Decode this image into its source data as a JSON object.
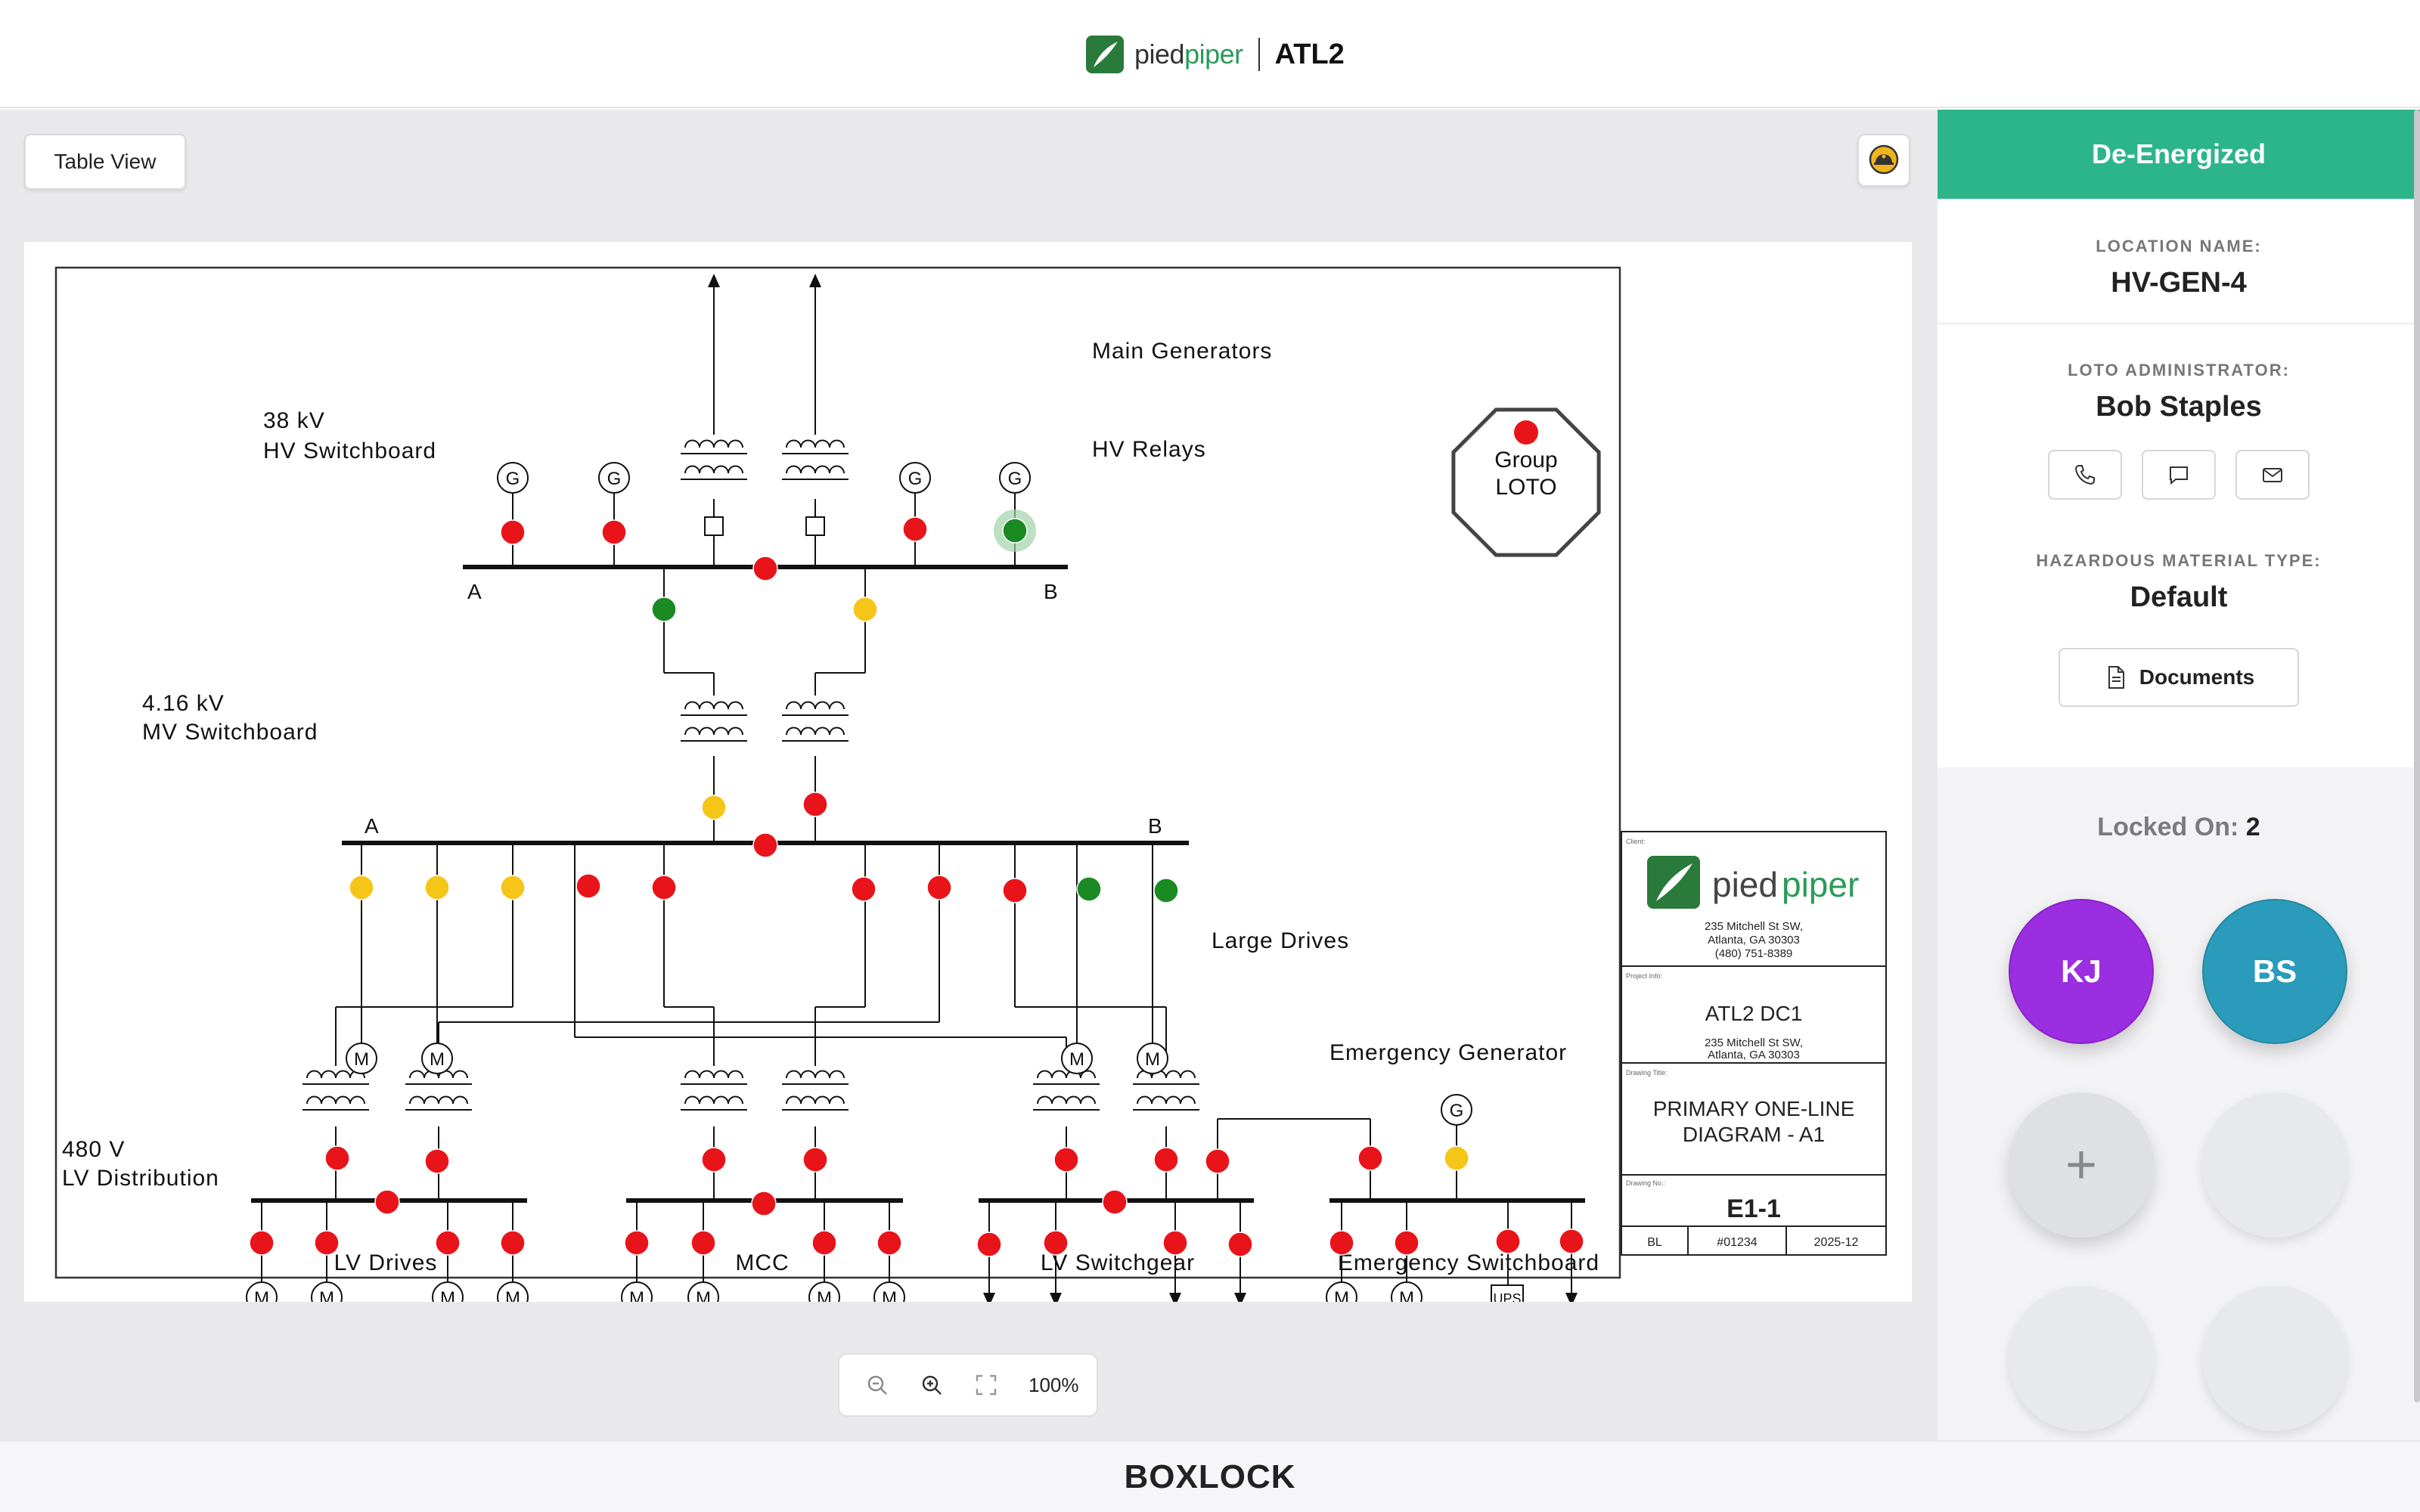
{
  "header": {
    "brand_a": "pied",
    "brand_b": "piper",
    "site": "ATL2"
  },
  "toolbar": {
    "table_view_label": "Table View"
  },
  "zoom": {
    "level": "100%"
  },
  "side": {
    "status": "De-Energized",
    "location_label": "LOCATION NAME:",
    "location_value": "HV-GEN-4",
    "admin_label": "LOTO ADMINISTRATOR:",
    "admin_value": "Bob Staples",
    "hazard_label": "HAZARDOUS MATERIAL TYPE:",
    "hazard_value": "Default",
    "documents_label": "Documents",
    "locked_label": "Locked On:",
    "locked_count": "2",
    "users": [
      {
        "initials": "KJ",
        "color": "#9a2ee0"
      },
      {
        "initials": "BS",
        "color": "#2a9bba"
      }
    ],
    "add_symbol": "+"
  },
  "diagram": {
    "group_loto_line1": "Group",
    "group_loto_line2": "LOTO",
    "hv_voltage": "38 kV",
    "hv_name": "HV Switchboard",
    "main_generators": "Main Generators",
    "hv_relays": "HV Relays",
    "mv_voltage": "4.16 kV",
    "mv_name": "MV Switchboard",
    "large_drives": "Large Drives",
    "lv_voltage": "480 V",
    "lv_name": "LV Distribution",
    "emergency_generator": "Emergency Generator",
    "bus_a": "A",
    "bus_b": "B",
    "gen_symbol": "G",
    "motor_symbol": "M",
    "ups": "UPS",
    "groups": [
      "LV Drives",
      "MCC",
      "LV Switchgear",
      "Emergency Switchboard"
    ]
  },
  "titleblock": {
    "client_tag": "Client:",
    "brand_a": "pied",
    "brand_b": "piper",
    "addr1": "235 Mitchell St SW,",
    "addr2": "Atlanta, GA 30303",
    "phone": "(480) 751-8389",
    "project_tag": "Project Info:",
    "project": "ATL2 DC1",
    "paddr1": "235 Mitchell St SW,",
    "paddr2": "Atlanta, GA 30303",
    "title_tag": "Drawing Title:",
    "title1": "PRIMARY ONE-LINE",
    "title2": "DIAGRAM - A1",
    "number_tag": "Drawing No.:",
    "number": "E1-1",
    "by": "BL",
    "job": "#01234",
    "date": "2025-12"
  },
  "footer": {
    "brand": "BOXLOCK"
  },
  "colors": {
    "red": "#e8141a",
    "yellow": "#f5c518",
    "green": "#1a8a22",
    "accent": "#2db58a"
  }
}
